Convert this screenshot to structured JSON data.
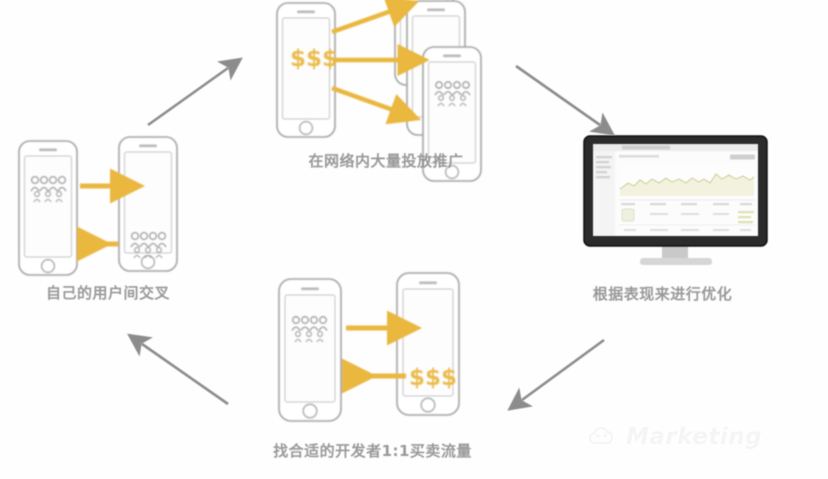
{
  "diagram": {
    "title_visible": false,
    "background_color": "#fefefe",
    "accent_color": "#e8b73a",
    "outline_color": "#9a9a9a",
    "label_color": "#8b8b8b",
    "connector_color": "#8c8c8c",
    "nodes": [
      {
        "id": "cross-promote",
        "label": "自己的用户间交叉",
        "icon": "two-phones-users-bidirectional",
        "left_phone_content": "users",
        "right_phone_content": "users"
      },
      {
        "id": "mass-distribution",
        "label": "在网络内大量投放推广",
        "icon": "phone-money-to-multiple-phones",
        "source_phone_content": "money",
        "target_phone_count": 3
      },
      {
        "id": "optimize",
        "label": "根据表现来进行优化",
        "icon": "desktop-monitor-analytics-dashboard"
      },
      {
        "id": "buy-sell-traffic",
        "label": "找合适的开发者1:1买卖流量",
        "icon": "two-phones-users-money-exchange",
        "left_phone_content": "users",
        "right_phone_content": "money"
      }
    ],
    "connectors": [
      {
        "id": "c1",
        "from": "cross-promote",
        "to": "mass-distribution",
        "direction": "up-right"
      },
      {
        "id": "c2",
        "from": "mass-distribution",
        "to": "optimize",
        "direction": "down-right"
      },
      {
        "id": "c3",
        "from": "optimize",
        "to": "buy-sell-traffic",
        "direction": "down-left"
      },
      {
        "id": "c4",
        "from": "buy-sell-traffic",
        "to": "cross-promote",
        "direction": "up-left"
      }
    ],
    "money_symbol": "$$$",
    "watermark": {
      "text": "Marketing",
      "icon": "cloud-logo-icon"
    }
  },
  "dashboard": {
    "chart_type": "area-line",
    "has_sidebar": true,
    "has_table": true
  }
}
